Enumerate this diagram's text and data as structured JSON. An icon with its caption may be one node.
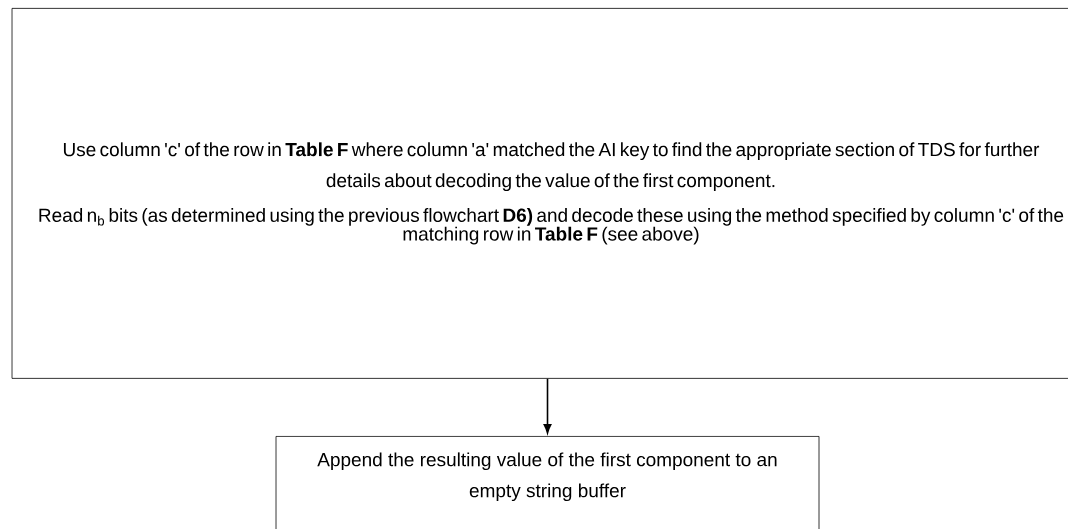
{
  "diagram": {
    "nodes": [
      {
        "text": [
          "Use column 'c' of the row in **Table F** where column 'a' matched the AI key to find the appropriate section of TDS for further details about decoding the value of the first component.",
          "Read n$_{b}$ bits (as determined using the previous flowchart **D6)** and decode these using the method specified by column 'c' of the matching row in **Table F** (see above)"
        ]
      },
      {
        "text": [
          "Append the resulting value of the first component to an empty string buffer"
        ]
      }
    ],
    "edges": [
      {
        "from": 0,
        "to": 1,
        "arrow": "to"
      }
    ]
  }
}
